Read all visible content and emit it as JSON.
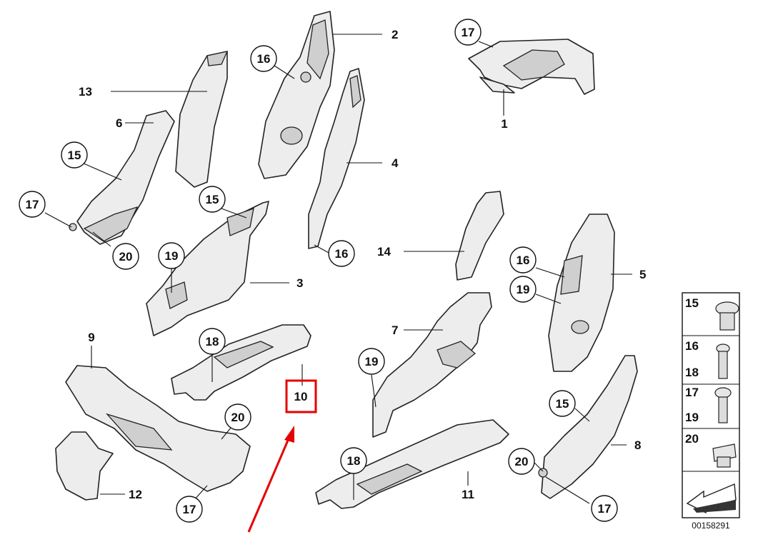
{
  "diagram": {
    "id_code": "00158291",
    "highlighted_label": "10",
    "callouts": {
      "c17_top": "17",
      "c16_top": "16",
      "c15_left": "15",
      "c17_left": "17",
      "c20_left": "20",
      "c15_mid": "15",
      "c19_mid": "19",
      "c16_mid": "16",
      "c18_mid": "18",
      "c16_right": "16",
      "c19_right": "19",
      "c19_center": "19",
      "c20_bottom": "20",
      "c17_bottom": "17",
      "c18_bottom": "18",
      "c15_right": "15",
      "c20_right": "20",
      "c17_right": "17"
    },
    "labels": {
      "l1": "1",
      "l2": "2",
      "l3": "3",
      "l4": "4",
      "l5": "5",
      "l6": "6",
      "l7": "7",
      "l8": "8",
      "l9": "9",
      "l11": "11",
      "l12": "12",
      "l13": "13",
      "l14": "14"
    },
    "legend": [
      {
        "numbers": [
          "15"
        ],
        "icon": "clip-icon"
      },
      {
        "numbers": [
          "16",
          "18"
        ],
        "icon": "screw-icon"
      },
      {
        "numbers": [
          "17",
          "19"
        ],
        "icon": "screw-icon"
      },
      {
        "numbers": [
          "20"
        ],
        "icon": "nut-icon"
      },
      {
        "numbers": [],
        "icon": "arrow-icon"
      }
    ]
  }
}
